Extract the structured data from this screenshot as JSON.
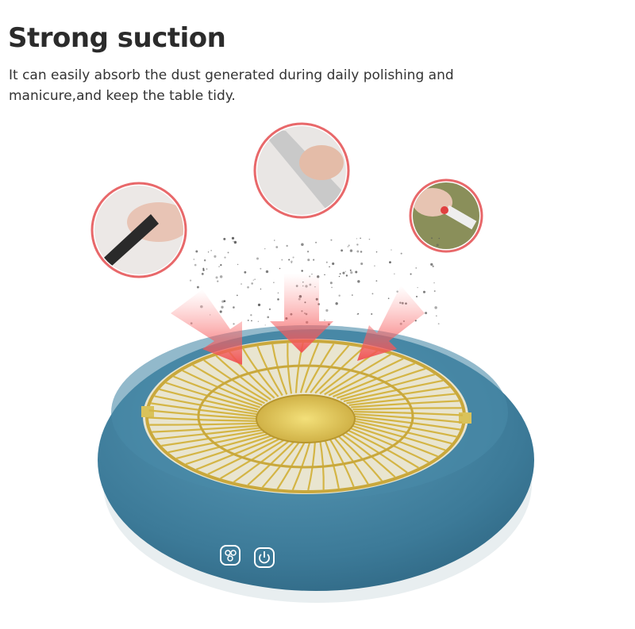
{
  "header": {
    "title": "Strong suction",
    "description": "It can easily absorb the dust generated during daily polishing and manicure,and keep the table tidy."
  },
  "colors": {
    "device_body": "#3f7f9e",
    "grille": "#d9c25a",
    "accent_ring": "#e8686a",
    "arrow": "#f25a5a"
  },
  "product": {
    "buttons": [
      {
        "icon": "fan-speed-icon"
      },
      {
        "icon": "power-icon"
      }
    ],
    "inset_images": [
      "nail-polish-brush",
      "nail-file",
      "nail-drill"
    ]
  }
}
